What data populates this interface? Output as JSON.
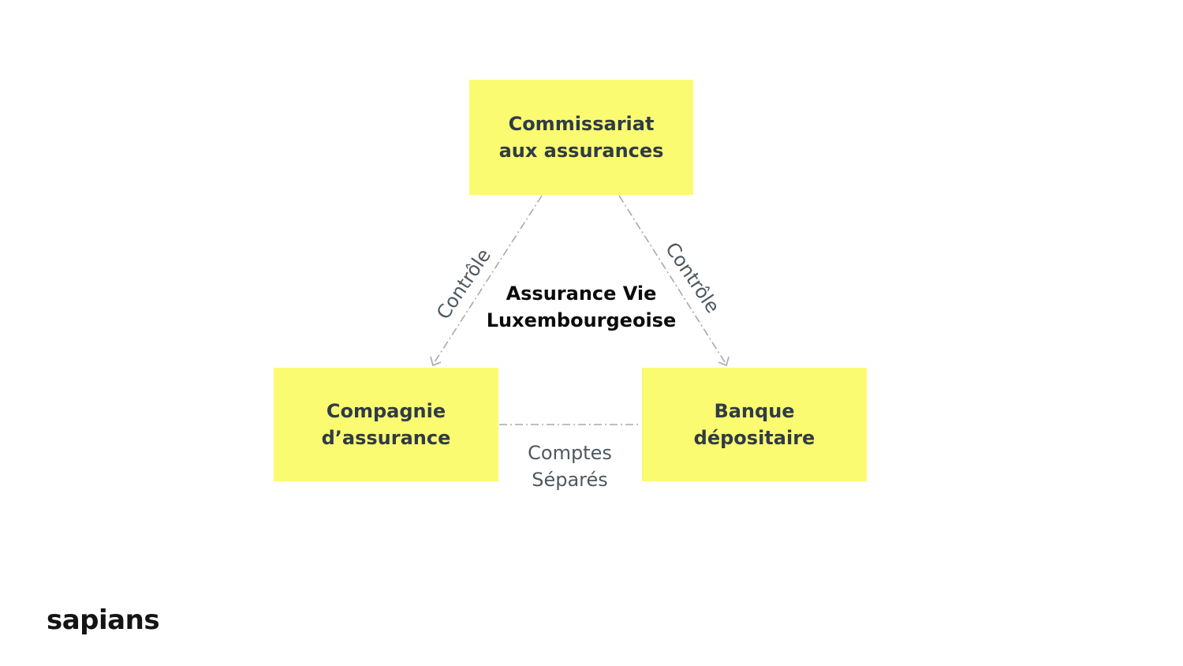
{
  "diagram": {
    "top_node": {
      "line1": "Commissariat",
      "line2": "aux assurances"
    },
    "left_node": {
      "line1": "Compagnie",
      "line2": "d’assurance"
    },
    "right_node": {
      "line1": "Banque",
      "line2": "dépositaire"
    },
    "center": {
      "line1": "Assurance Vie",
      "line2": "Luxembourgeoise"
    },
    "edge_left_label": "Contrôle",
    "edge_right_label": "Contrôle",
    "edge_bottom_label": {
      "line1": "Comptes",
      "line2": "Séparés"
    }
  },
  "brand": {
    "logo_text": "sapians"
  },
  "colors": {
    "node_fill": "#fbfb71",
    "node_text": "#2f3b45",
    "edge_stroke": "#a9a9a9",
    "edge_text": "#4e5860"
  }
}
